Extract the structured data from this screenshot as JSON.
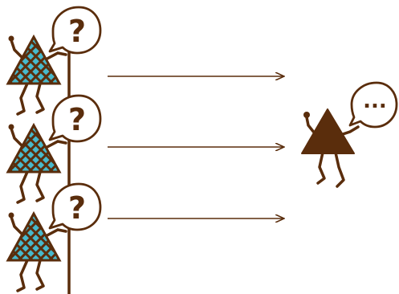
{
  "colors": {
    "brown": "#5a2d0c",
    "cyan": "#47b9cc",
    "background": "#ffffff"
  },
  "left_figures": [
    {
      "bubble_text": "?",
      "icon": "patterned-triangle-figure"
    },
    {
      "bubble_text": "?",
      "icon": "patterned-triangle-figure"
    },
    {
      "bubble_text": "?",
      "icon": "patterned-triangle-figure"
    }
  ],
  "right_figure": {
    "bubble_text": "...",
    "icon": "solid-triangle-figure"
  },
  "arrows": {
    "count": 3,
    "direction": "right"
  }
}
